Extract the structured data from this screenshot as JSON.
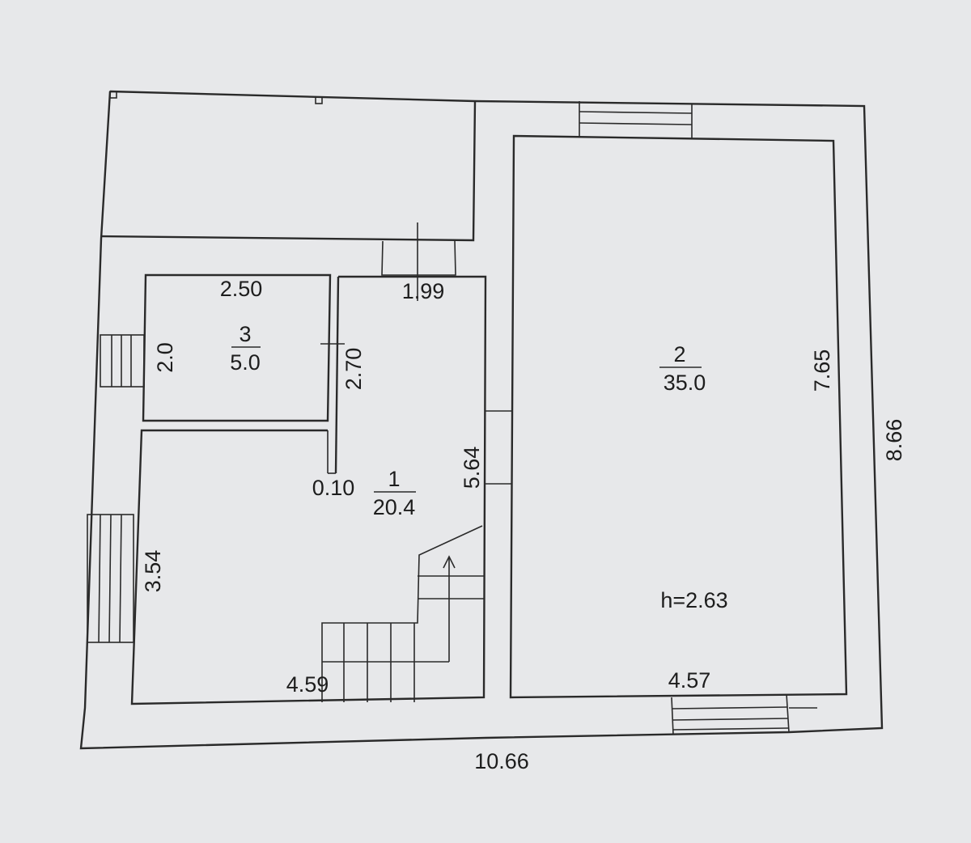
{
  "rooms": [
    {
      "number": "1",
      "area": "20.4"
    },
    {
      "number": "2",
      "area": "35.0"
    },
    {
      "number": "3",
      "area": "5.0"
    }
  ],
  "dimensions": {
    "room3_width": "2.50",
    "room3_height": "2.0",
    "room1_top_width": "1.99",
    "partition_length": "2.70",
    "partition_thickness": "0.10",
    "room1_right_length": "5.64",
    "room1_left_length": "3.54",
    "room1_bottom_width": "4.59",
    "room2_height": "7.65",
    "room2_bottom_width": "4.57",
    "overall_height": "8.66",
    "overall_width": "10.66"
  },
  "ceiling_height": "h=2.63"
}
